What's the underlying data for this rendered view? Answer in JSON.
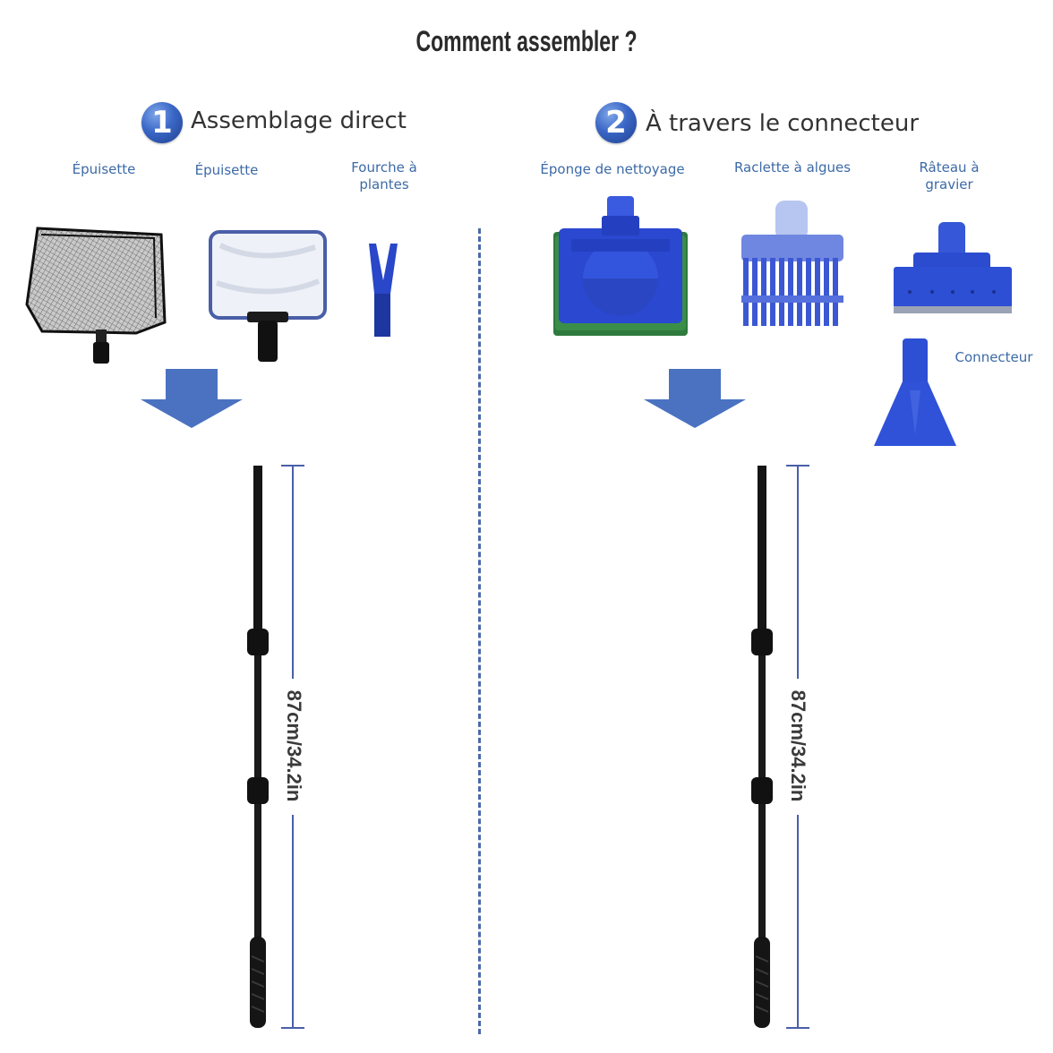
{
  "title": "Comment assembler ?",
  "step1": {
    "number": "1",
    "title": "Assemblage direct",
    "items": [
      "Épuisette",
      "Épuisette",
      "Fourche à plantes"
    ]
  },
  "step2": {
    "number": "2",
    "title": "À travers le connecteur",
    "items": [
      "Éponge de nettoyage",
      "Raclette à algues",
      "Râteau à gravier"
    ],
    "connector": "Connecteur"
  },
  "measurement": "87cm/34.2in",
  "colors": {
    "accent": "#3a67c6",
    "label": "#3c6aa6",
    "arrow": "#4a72c0"
  }
}
